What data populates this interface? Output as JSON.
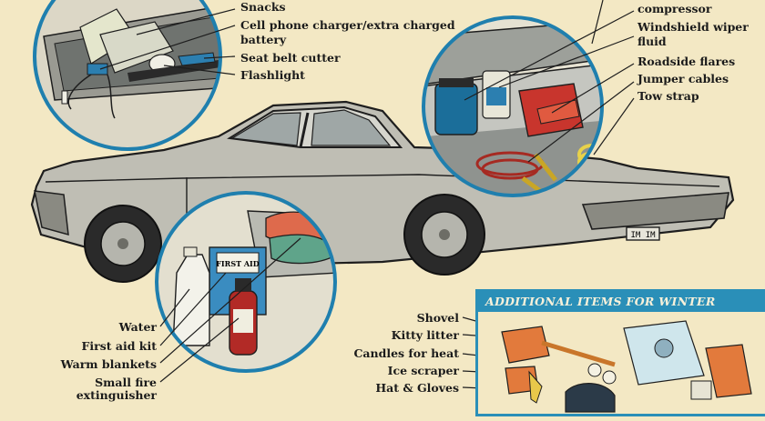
{
  "trunk_labels": {
    "compressor": "compressor",
    "wiper_fluid_line1": "Windshield wiper",
    "wiper_fluid_line2": "fluid",
    "flares": "Roadside flares",
    "jumper": "Jumper cables",
    "tow": "Tow strap"
  },
  "glovebox_labels": {
    "snacks": "Snacks",
    "charger_line1": "Cell phone charger/extra charged",
    "charger_line2": "battery",
    "cutter": "Seat belt cutter",
    "flashlight": "Flashlight"
  },
  "backseat_labels": {
    "water": "Water",
    "first_aid": "First aid kit",
    "blankets": "Warm blankets",
    "extinguisher_line1": "Small fire",
    "extinguisher_line2": "extinguisher"
  },
  "winter": {
    "title": "ADDITIONAL ITEMS FOR WINTER",
    "items": [
      "Shovel",
      "Kitty litter",
      "Candles for heat",
      "Ice scraper",
      "Hat & Gloves"
    ]
  },
  "product_text": {
    "first_aid_box": "FIRST AID",
    "license_plate": "IM IM"
  },
  "colors": {
    "background": "#f3e8c4",
    "accent_blue": "#2a8fb8",
    "car_body": "#bfbeb4"
  }
}
